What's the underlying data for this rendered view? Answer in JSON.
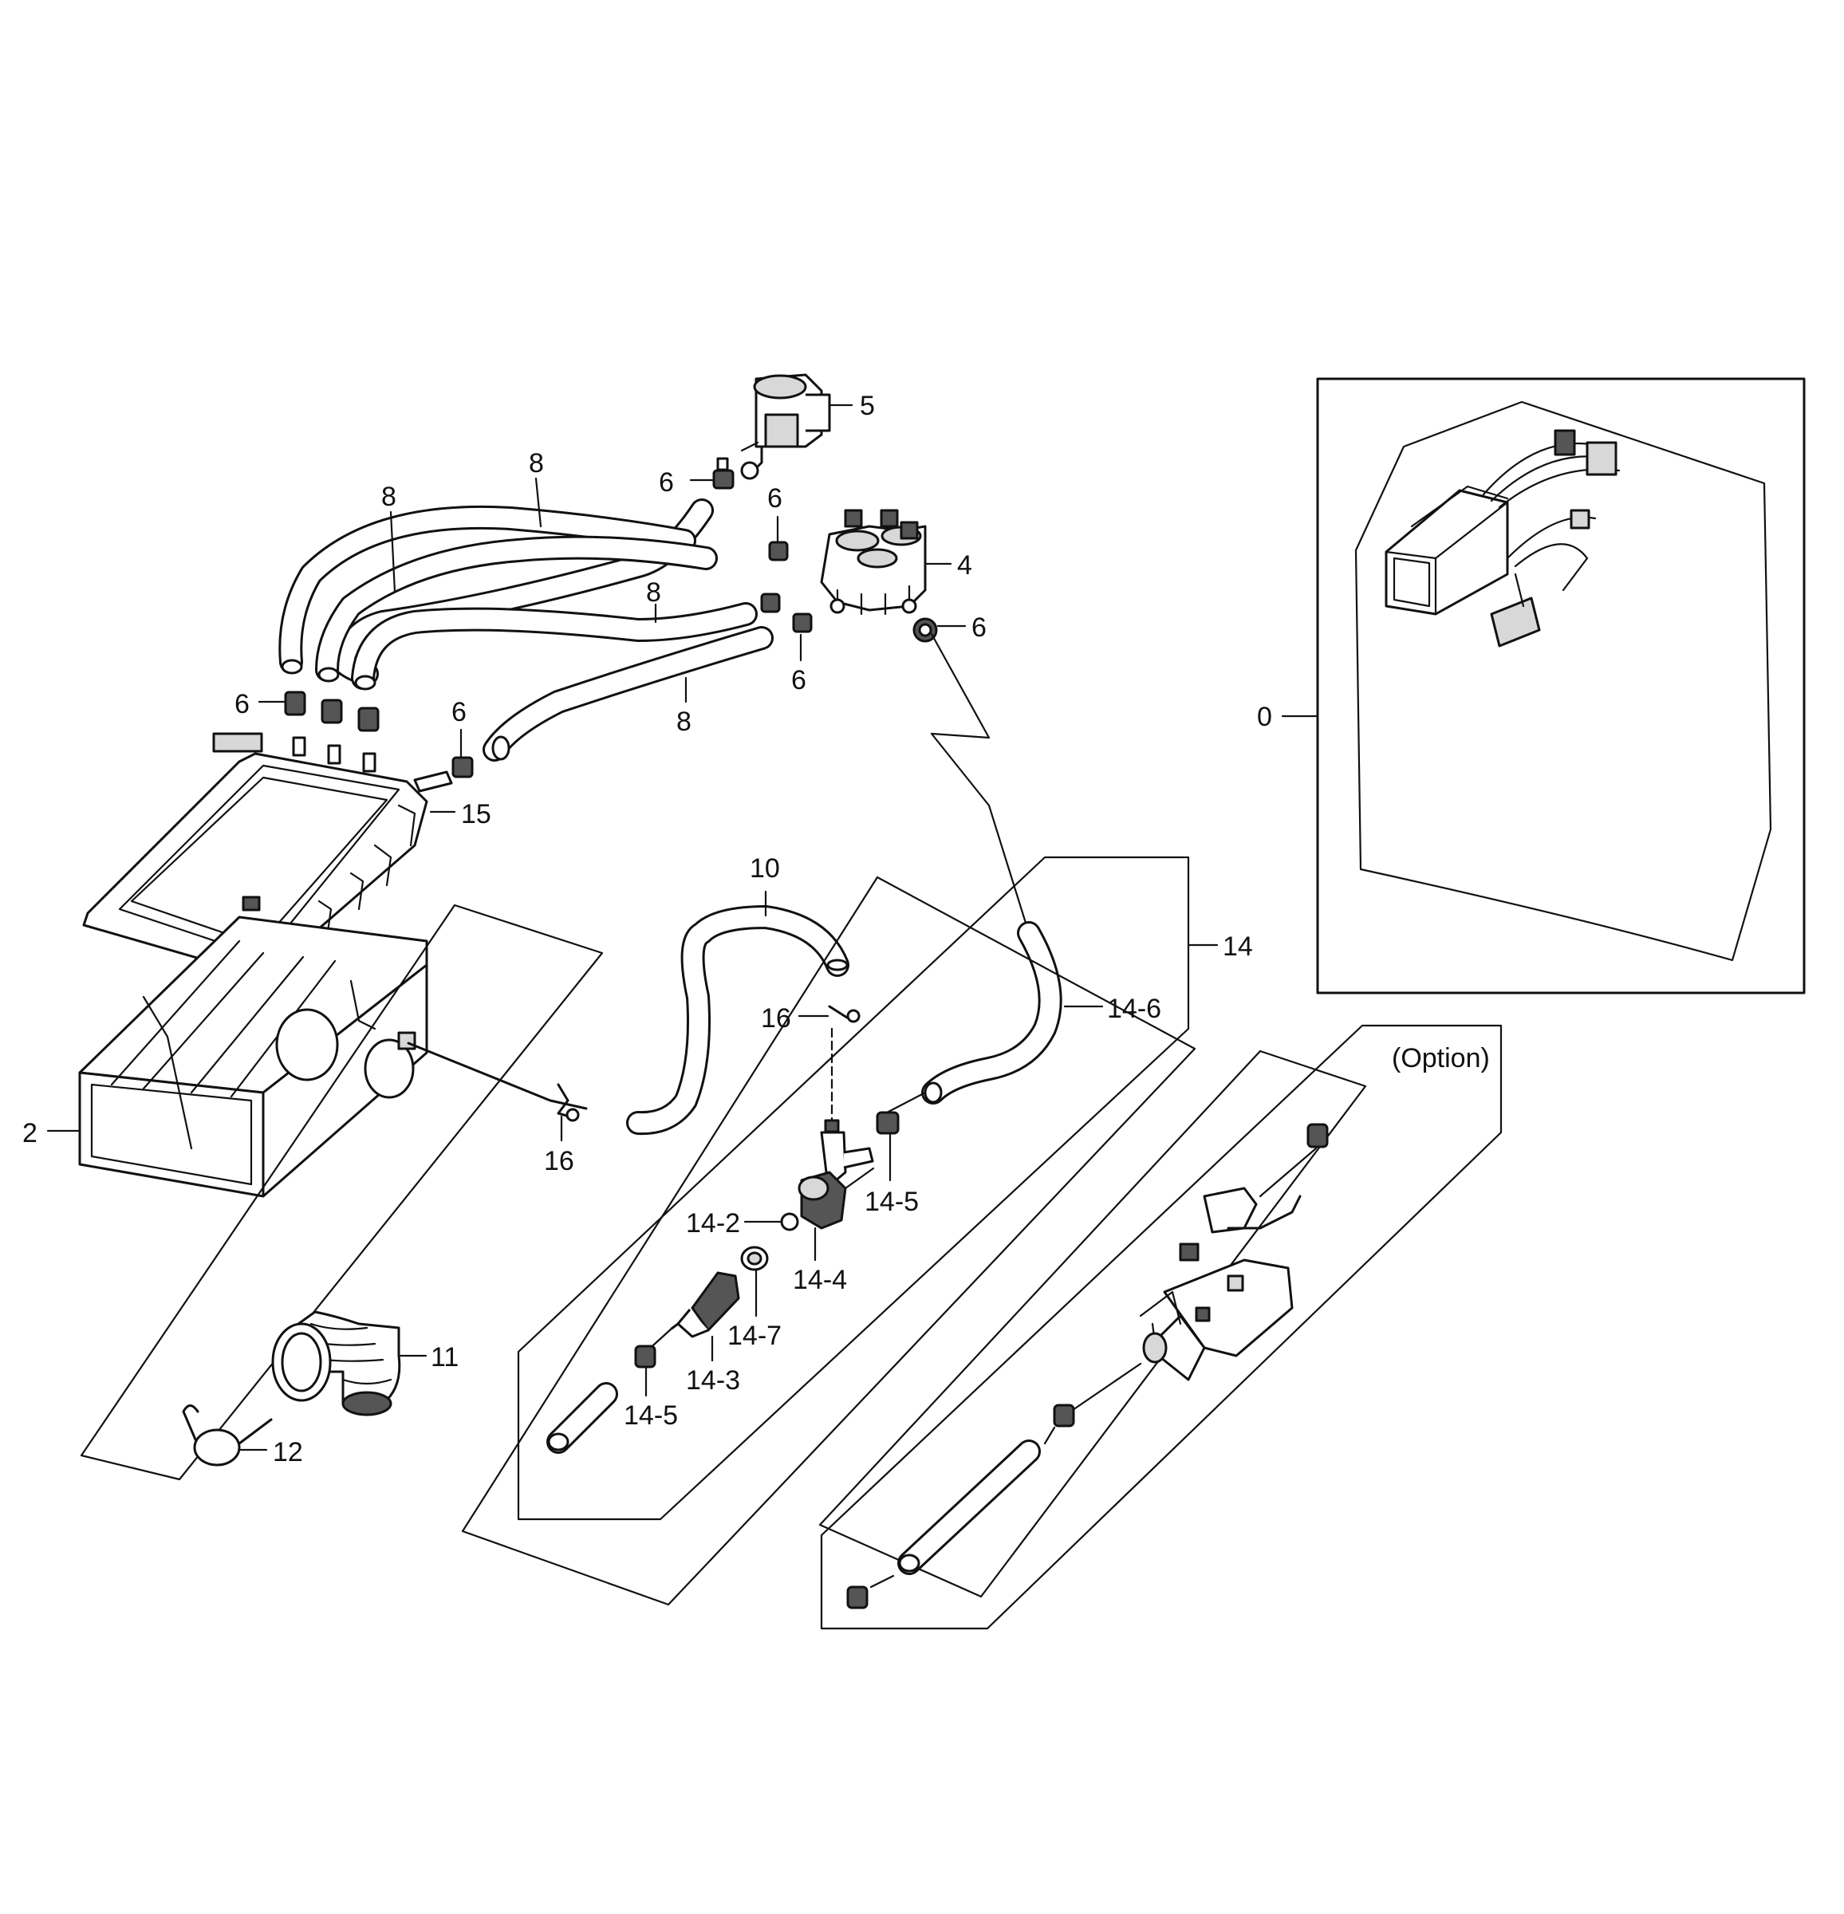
{
  "labels": {
    "l0": "0",
    "l2": "2",
    "l4": "4",
    "l5": "5",
    "l6a": "6",
    "l6b": "6",
    "l6c": "6",
    "l6d": "6",
    "l6e": "6",
    "l6f": "6",
    "l8a": "8",
    "l8b": "8",
    "l8c": "8",
    "l8d": "8",
    "l10": "10",
    "l11": "11",
    "l12": "12",
    "l14": "14",
    "l14_2": "14-2",
    "l14_3": "14-3",
    "l14_4": "14-4",
    "l14_5a": "14-5",
    "l14_5b": "14-5",
    "l14_6": "14-6",
    "l14_7": "14-7",
    "l15": "15",
    "l16a": "16",
    "l16b": "16",
    "option": "(Option)"
  }
}
